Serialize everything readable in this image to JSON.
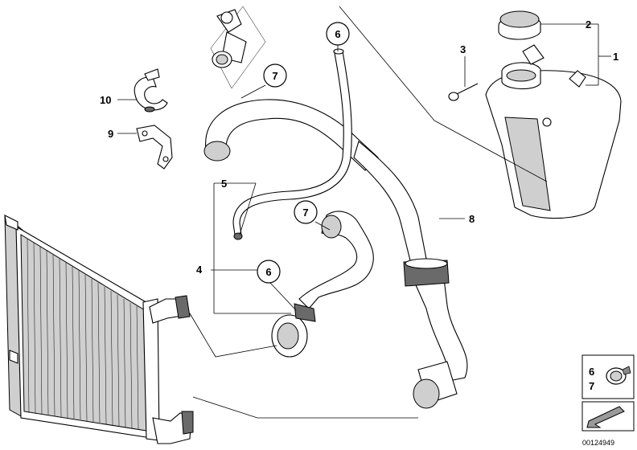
{
  "callouts": {
    "c1": "1",
    "c2": "2",
    "c3": "3",
    "c4": "4",
    "c5": "5",
    "c6a": "6",
    "c6b": "6",
    "c7a": "7",
    "c7b": "7",
    "c8": "8",
    "c9": "9",
    "c10": "10"
  },
  "legend_box": {
    "num_top": "6",
    "num_bottom": "7"
  },
  "diagram_number": "00124949",
  "icons": [
    "hose-clamp-icon",
    "arrow-icon"
  ]
}
